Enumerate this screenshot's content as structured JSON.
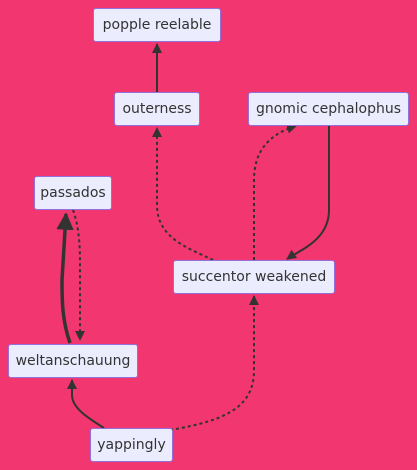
{
  "nodes": {
    "popple_reelable": "popple reelable",
    "outerness": "outerness",
    "gnomic_cephalophus": "gnomic cephalophus",
    "passados": "passados",
    "succentor_weakened": "succentor weakened",
    "weltanschauung": "weltanschauung",
    "yappingly": "yappingly"
  },
  "edges": [
    {
      "from": "outerness",
      "to": "popple reelable",
      "style": "solid"
    },
    {
      "from": "succentor weakened",
      "to": "outerness",
      "style": "dotted"
    },
    {
      "from": "succentor weakened",
      "to": "gnomic cephalophus",
      "style": "dotted"
    },
    {
      "from": "gnomic cephalophus",
      "to": "succentor weakened",
      "style": "solid"
    },
    {
      "from": "passados",
      "to": "weltanschauung",
      "style": "dotted"
    },
    {
      "from": "weltanschauung",
      "to": "passados",
      "style": "thick"
    },
    {
      "from": "yappingly",
      "to": "weltanschauung",
      "style": "solid"
    },
    {
      "from": "yappingly",
      "to": "succentor weakened",
      "style": "dotted"
    }
  ],
  "colors": {
    "background": "#f23670",
    "node_fill": "#ececff",
    "node_border": "#9370db",
    "edge": "#333333",
    "text": "#333333"
  }
}
